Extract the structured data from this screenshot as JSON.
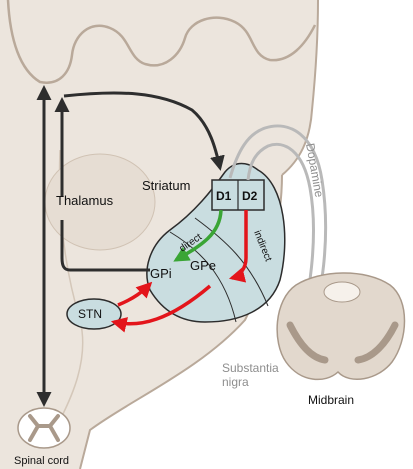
{
  "labels": {
    "thalamus": "Thalamus",
    "striatum": "Striatum",
    "d1": "D1",
    "d2": "D2",
    "gpi": "GPi",
    "gpe": "GPe",
    "stn": "STN",
    "direct": "direct",
    "indirect": "indirect",
    "dopamine": "Dopamine",
    "substantia_nigra_line1": "Substantia",
    "substantia_nigra_line2": "nigra",
    "midbrain": "Midbrain",
    "spinal_cord": "Spinal cord"
  },
  "colors": {
    "brain_fill": "#ece5dd",
    "brain_outline": "#b9a99a",
    "nucleus_fill": "#c9dde0",
    "nucleus_outline": "#2c2c2c",
    "dark_arrow": "#2e2e2e",
    "red_arrow": "#e3151b",
    "green_arrow": "#3aa535",
    "dopamine_gray": "#b9b9b9",
    "midbrain_fill": "#e2d8cd",
    "label_gray": "#8e8e8e"
  }
}
